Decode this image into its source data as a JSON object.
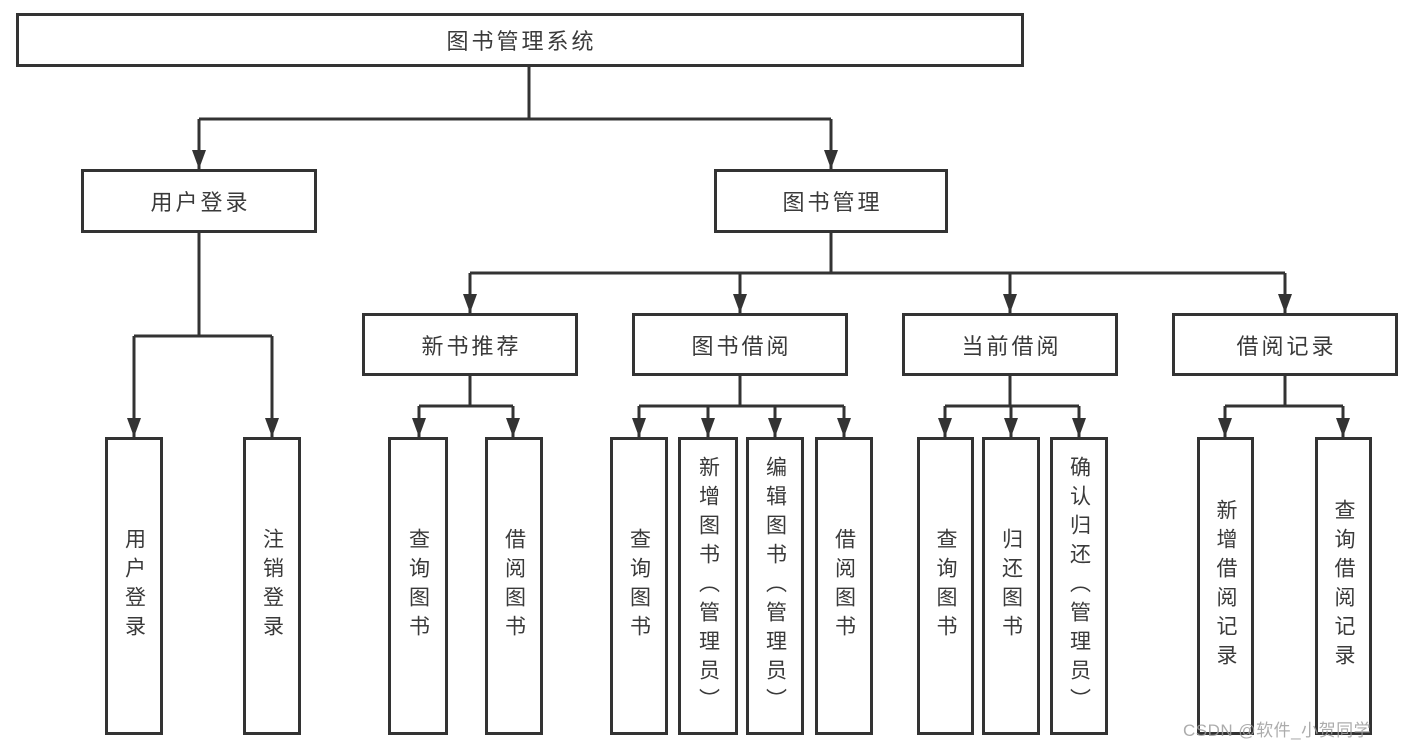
{
  "diagram": {
    "type": "hierarchy-tree",
    "watermark": "CSDN @软件_小贺同学",
    "colors": {
      "line": "#333333",
      "box_border": "#333333",
      "text": "#3a3a3a",
      "watermark_text": "#9e9e9e",
      "background": "#ffffff"
    },
    "tree": {
      "label": "图书管理系统",
      "children": [
        {
          "label": "用户登录",
          "children": [
            {
              "label": "用户登录"
            },
            {
              "label": "注销登录"
            }
          ]
        },
        {
          "label": "图书管理",
          "children": [
            {
              "label": "新书推荐",
              "children": [
                {
                  "label": "查询图书"
                },
                {
                  "label": "借阅图书"
                }
              ]
            },
            {
              "label": "图书借阅",
              "children": [
                {
                  "label": "查询图书"
                },
                {
                  "label": "新增图书（管理员）"
                },
                {
                  "label": "编辑图书（管理员）"
                },
                {
                  "label": "借阅图书"
                }
              ]
            },
            {
              "label": "当前借阅",
              "children": [
                {
                  "label": "查询图书"
                },
                {
                  "label": "归还图书"
                },
                {
                  "label": "确认归还（管理员）"
                }
              ]
            },
            {
              "label": "借阅记录",
              "children": [
                {
                  "label": "新增借阅记录"
                },
                {
                  "label": "查询借阅记录"
                }
              ]
            }
          ]
        }
      ]
    }
  }
}
